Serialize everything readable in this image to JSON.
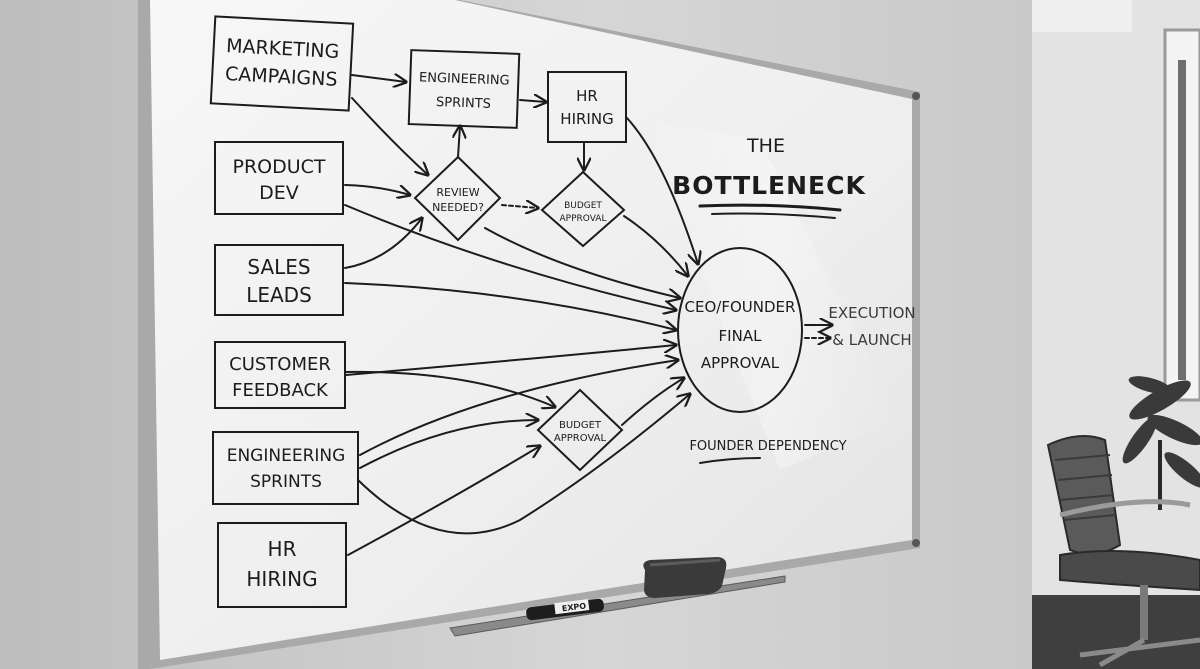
{
  "whiteboard": {
    "boxes": [
      {
        "id": "marketing",
        "lines": [
          "MARKETING",
          "CAMPAIGNS"
        ]
      },
      {
        "id": "product",
        "lines": [
          "PRODUCT",
          "DEV"
        ]
      },
      {
        "id": "sales",
        "lines": [
          "SALES",
          "LEADS"
        ]
      },
      {
        "id": "customer",
        "lines": [
          "CUSTOMER",
          "FEEDBACK"
        ]
      },
      {
        "id": "eng_left",
        "lines": [
          "ENGINEERING",
          "SPRINTS"
        ]
      },
      {
        "id": "hr_left",
        "lines": [
          "HR",
          "HIRING"
        ]
      },
      {
        "id": "eng_top",
        "lines": [
          "ENGINEERING",
          "SPRINTS"
        ]
      },
      {
        "id": "hr_top",
        "lines": [
          "HR",
          "HIRING"
        ]
      }
    ],
    "diamonds": [
      {
        "id": "review",
        "lines": [
          "REVIEW",
          "NEEDED?"
        ]
      },
      {
        "id": "budget_top",
        "lines": [
          "BUDGET",
          "APPROVAL"
        ]
      },
      {
        "id": "budget_bottom",
        "lines": [
          "BUDGET",
          "APPROVAL"
        ]
      }
    ],
    "circle": {
      "lines": [
        "CEO/FOUNDER",
        "FINAL",
        "APPROVAL"
      ]
    },
    "execution": {
      "lines": [
        "EXECUTION",
        "& LAUNCH"
      ]
    },
    "title": {
      "line1": "THE",
      "line2": "BOTTLENECK"
    },
    "note": "FOUNDER DEPENDENCY",
    "marker_label": "EXPO"
  }
}
